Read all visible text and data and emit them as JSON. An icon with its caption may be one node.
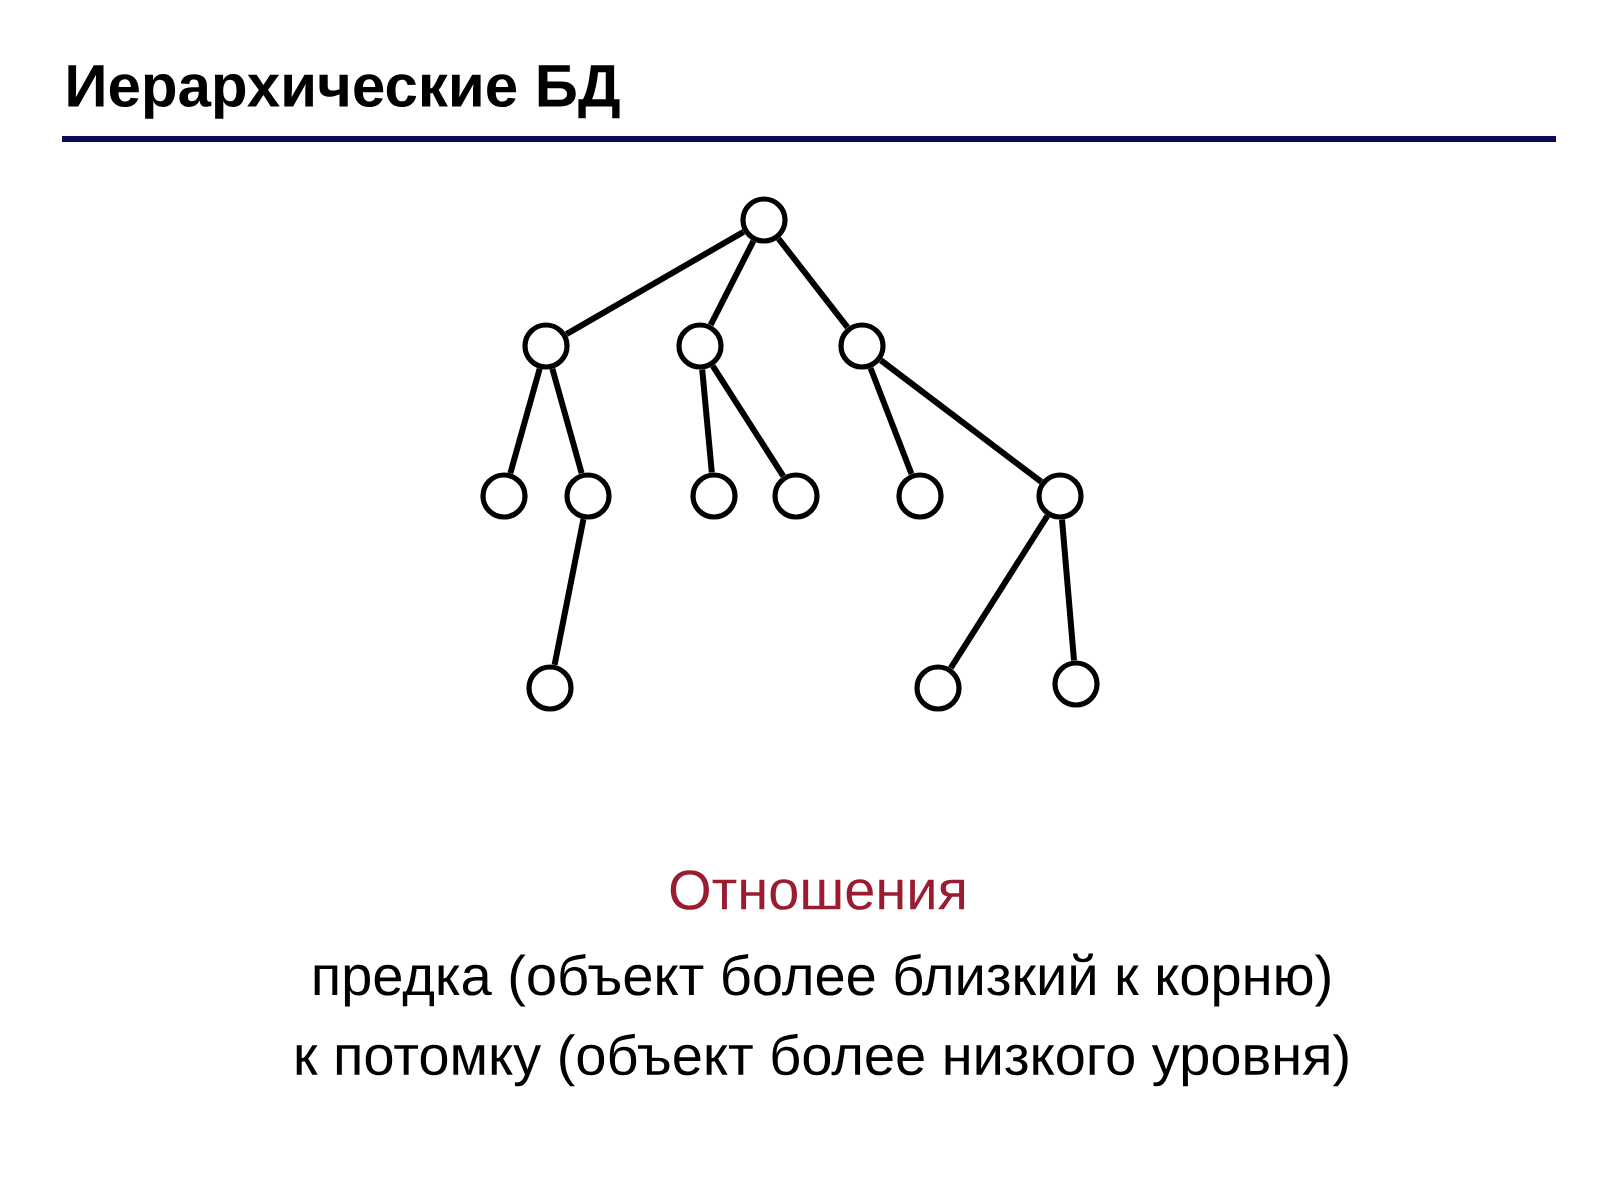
{
  "diagram": {
    "title": "Иерархические БД",
    "nodes": [
      {
        "text": [],
        "shape": "circle"
      },
      {
        "text": [],
        "shape": "circle"
      },
      {
        "text": [],
        "shape": "circle"
      },
      {
        "text": [],
        "shape": "circle"
      },
      {
        "text": [],
        "shape": "circle"
      },
      {
        "text": [],
        "shape": "circle"
      },
      {
        "text": [],
        "shape": "circle"
      },
      {
        "text": [],
        "shape": "circle"
      },
      {
        "text": [],
        "shape": "circle"
      },
      {
        "text": [],
        "shape": "circle"
      },
      {
        "text": [],
        "shape": "circle"
      },
      {
        "text": [],
        "shape": "circle"
      },
      {
        "text": [],
        "shape": "circle"
      }
    ],
    "edges": [
      {
        "from": 0,
        "to": 1,
        "arrow": "none"
      },
      {
        "from": 0,
        "to": 2,
        "arrow": "none"
      },
      {
        "from": 0,
        "to": 3,
        "arrow": "none"
      },
      {
        "from": 1,
        "to": 4,
        "arrow": "none"
      },
      {
        "from": 1,
        "to": 5,
        "arrow": "none"
      },
      {
        "from": 2,
        "to": 6,
        "arrow": "none"
      },
      {
        "from": 2,
        "to": 7,
        "arrow": "none"
      },
      {
        "from": 3,
        "to": 8,
        "arrow": "none"
      },
      {
        "from": 3,
        "to": 9,
        "arrow": "none"
      },
      {
        "from": 5,
        "to": 10,
        "arrow": "none"
      },
      {
        "from": 9,
        "to": 11,
        "arrow": "none"
      },
      {
        "from": 9,
        "to": 12,
        "arrow": "none"
      }
    ],
    "labels": [
      "Отношения",
      "предка (объект более близкий к корню)",
      "к потомку (объект более низкого уровня)"
    ]
  }
}
